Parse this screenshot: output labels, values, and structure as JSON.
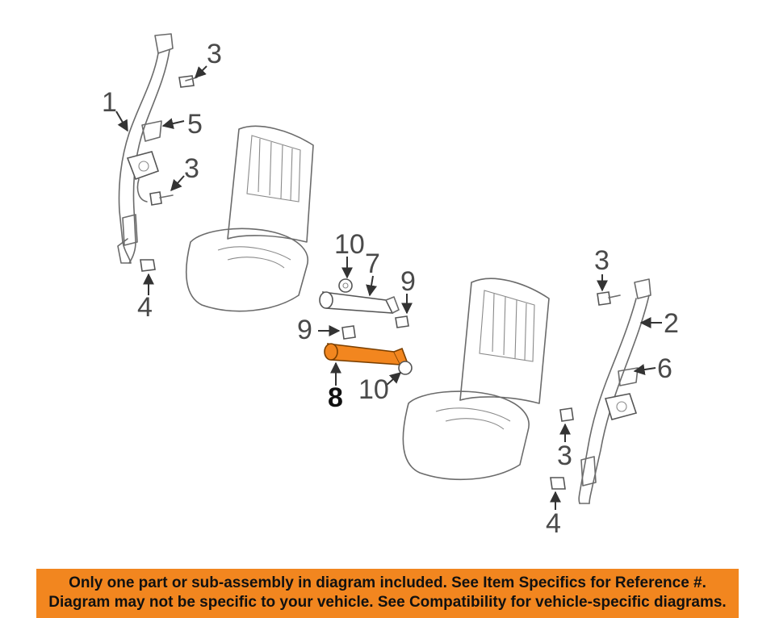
{
  "diagram": {
    "callouts": {
      "c1": "1",
      "c2": "2",
      "c3a": "3",
      "c3b": "3",
      "c3c": "3",
      "c3d": "3",
      "c4a": "4",
      "c4b": "4",
      "c5": "5",
      "c6": "6",
      "c7": "7",
      "c8": "8",
      "c9a": "9",
      "c9b": "9",
      "c10a": "10",
      "c10b": "10"
    },
    "highlight_color": "#f2861f"
  },
  "banner": {
    "line1": "Only one part or sub-assembly in diagram included. See Item Specifics for Reference #.",
    "line2": "Diagram may not be specific to your vehicle. See Compatibility for vehicle-specific diagrams.",
    "color": "#f2861f"
  }
}
